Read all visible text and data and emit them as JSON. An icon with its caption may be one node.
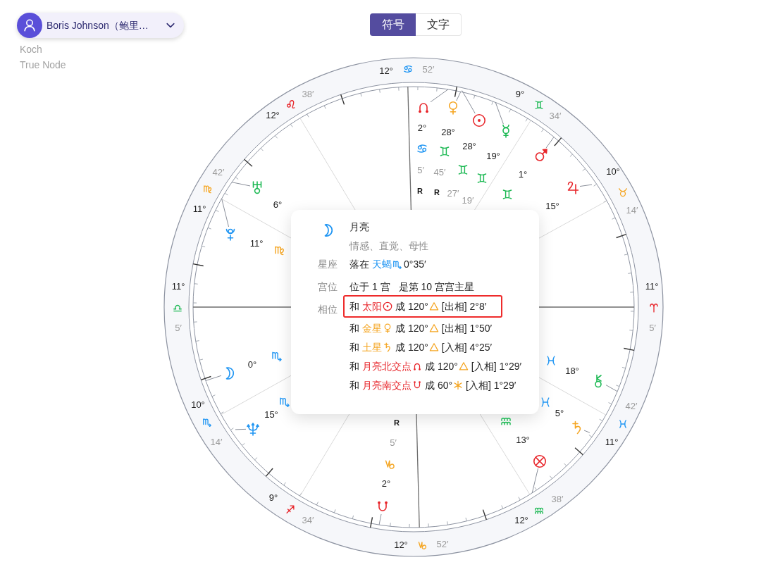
{
  "diagram": {
    "nodes": [
      {
        "text": [
          "Boris Johnson（鲍里…"
        ]
      },
      {
        "text": [
          "符号"
        ]
      },
      {
        "text": [
          "文字"
        ]
      },
      {
        "text": [],
        "shape": "symbol",
        "beside": [
          "2°",
          "5′",
          "R"
        ]
      },
      {
        "text": [],
        "shape": "symbol",
        "beside": [
          "28°",
          "45′",
          "R"
        ]
      },
      {
        "text": [],
        "shape": "symbol",
        "beside": [
          "28°"
        ]
      },
      {
        "text": [],
        "shape": "symbol",
        "beside": [
          "19°"
        ]
      },
      {
        "text": [],
        "shape": "symbol",
        "beside": [
          "1°"
        ]
      },
      {
        "text": [],
        "shape": "symbol",
        "beside": [
          "6°"
        ]
      },
      {
        "text": [],
        "shape": "symbol",
        "beside": [
          "15°"
        ]
      },
      {
        "text": [],
        "shape": "symbol",
        "beside": [
          "11°"
        ]
      },
      {
        "text": [
          "月亮",
          "情感、直觉、母性",
          "星座",
          "落在",
          "天蝎",
          "0°35′",
          "宫位",
          "位于 1 宫",
          "是第 10 宫宫主星",
          "相位",
          "和",
          "金星",
          "成 120°",
          "[出相] 1°50′",
          "和",
          "土星",
          "成 120°",
          "[入相] 4°25′",
          "和",
          "月亮北交点",
          "成 120°",
          "[入相] 1°29′",
          "和",
          "月亮南交点",
          "成 60°",
          "[入相] 1°29′"
        ]
      },
      {
        "text": [
          "和",
          "太阳",
          "成 120°",
          "[出相] 2°8′"
        ],
        "in": 11
      },
      {
        "text": [],
        "shape": "symbol",
        "beside": [
          "0°"
        ]
      },
      {
        "text": [],
        "shape": "symbol",
        "beside": [
          "18°"
        ]
      },
      {
        "text": [],
        "shape": "symbol",
        "beside": [
          "15°"
        ]
      },
      {
        "text": [],
        "shape": "symbol",
        "beside": [
          "5°"
        ]
      },
      {
        "text": [],
        "shape": "symbol",
        "beside": [
          "13°"
        ]
      },
      {
        "text": [],
        "shape": "symbol",
        "beside": [
          "2°",
          "5′",
          "R"
        ]
      }
    ],
    "edges": [
      {
        "from": 3,
        "to": null,
        "arrow": "none"
      },
      {
        "from": 4,
        "to": null,
        "arrow": "none"
      },
      {
        "from": 5,
        "to": null,
        "arrow": "none"
      },
      {
        "from": 6,
        "to": null,
        "arrow": "none"
      },
      {
        "from": 7,
        "to": null,
        "arrow": "none"
      },
      {
        "from": 8,
        "to": null,
        "arrow": "none"
      },
      {
        "from": 9,
        "to": null,
        "arrow": "none"
      },
      {
        "from": 10,
        "to": null,
        "arrow": "none"
      },
      {
        "from": 13,
        "to": null,
        "arrow": "none"
      },
      {
        "from": 14,
        "to": null,
        "arrow": "none"
      },
      {
        "from": 15,
        "to": null,
        "arrow": "none"
      },
      {
        "from": 16,
        "to": null,
        "arrow": "none"
      },
      {
        "from": 17,
        "to": null,
        "arrow": "none"
      },
      {
        "from": 18,
        "to": null,
        "arrow": "none"
      }
    ],
    "labels": [
      "Koch",
      "True Node",
      "12°",
      "52′",
      "12°",
      "38′",
      "9°",
      "34′",
      "10°",
      "14′",
      "27′",
      "19′",
      "42′",
      "11°",
      "11°",
      "5′",
      "11°",
      "5′",
      "10°",
      "14′",
      "42′",
      "11°",
      "9°",
      "34′",
      "38′",
      "12°",
      "12°",
      "52′"
    ]
  }
}
